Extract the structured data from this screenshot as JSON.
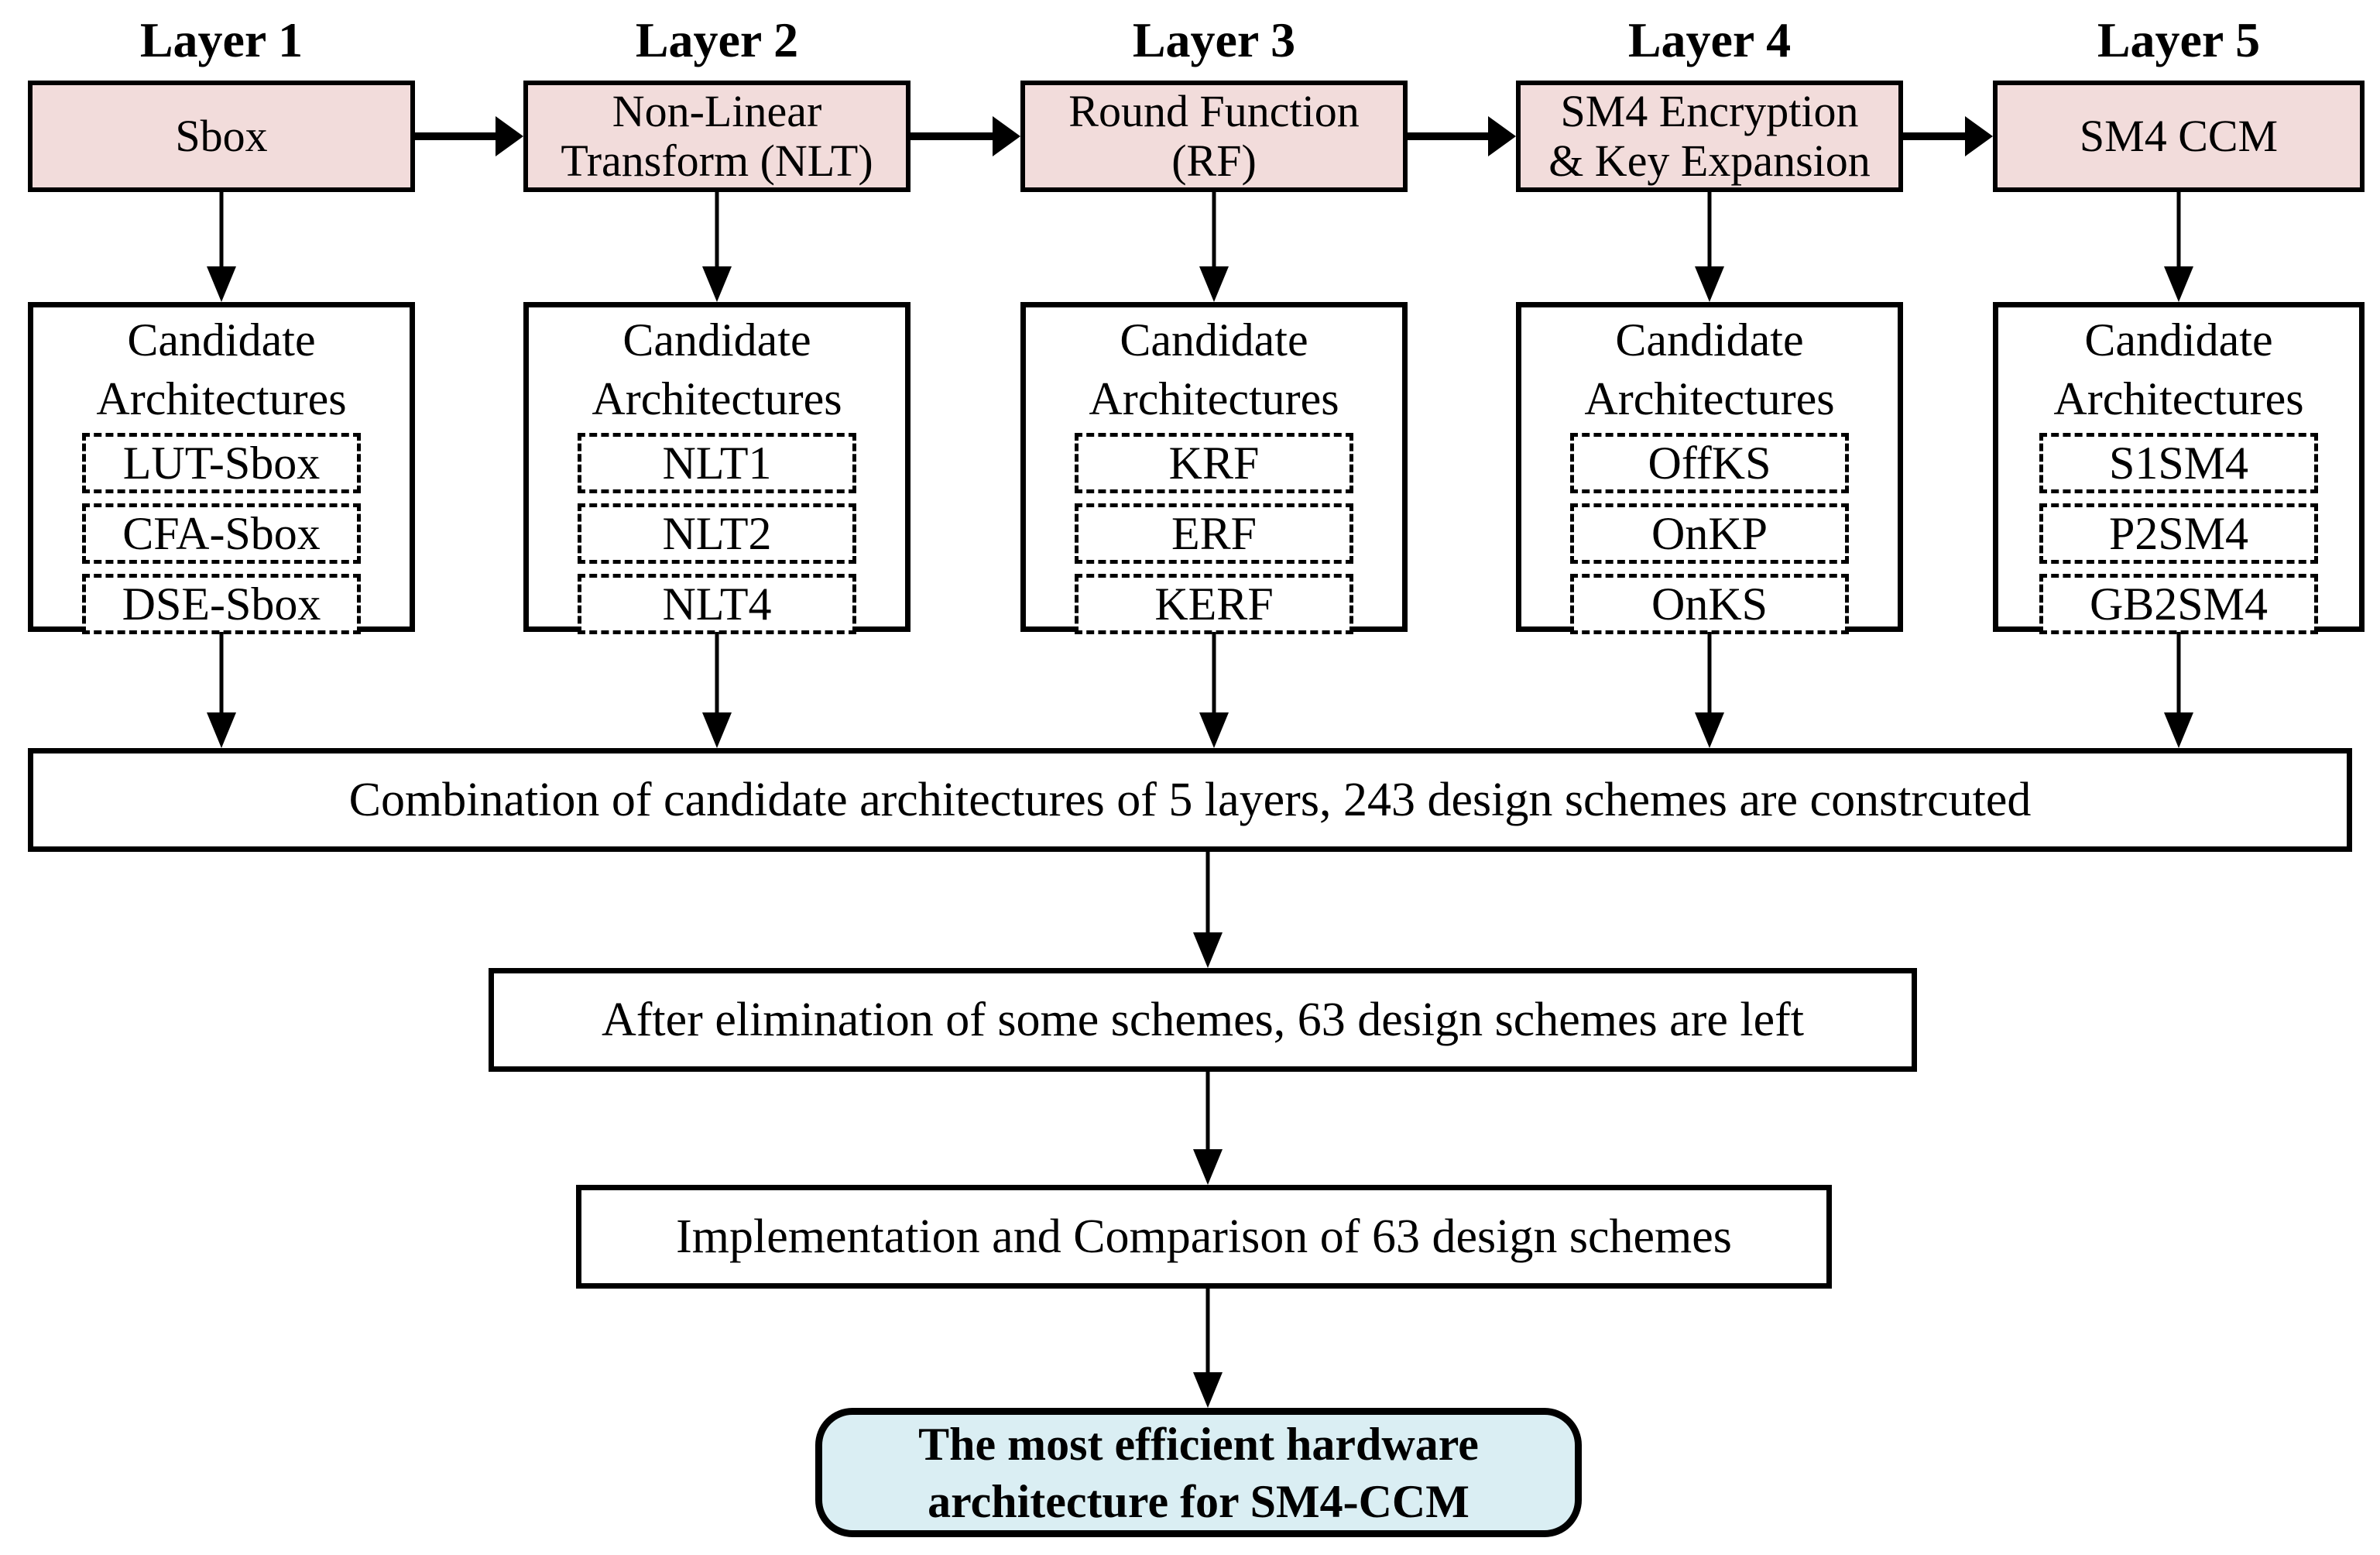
{
  "layers": [
    {
      "header": "Layer 1",
      "module": "Sbox",
      "candidates": [
        "LUT-Sbox",
        "CFA-Sbox",
        "DSE-Sbox"
      ]
    },
    {
      "header": "Layer 2",
      "module": "Non-Linear\nTransform (NLT)",
      "candidates": [
        "NLT1",
        "NLT2",
        "NLT4"
      ]
    },
    {
      "header": "Layer 3",
      "module": "Round Function\n(RF)",
      "candidates": [
        "KRF",
        "ERF",
        "KERF"
      ]
    },
    {
      "header": "Layer 4",
      "module": "SM4 Encryption\n& Key Expansion",
      "candidates": [
        "OffKS",
        "OnKP",
        "OnKS"
      ]
    },
    {
      "header": "Layer 5",
      "module": "SM4 CCM",
      "candidates": [
        "S1SM4",
        "P2SM4",
        "GB2SM4"
      ]
    }
  ],
  "candidates_title": "Candidate\nArchitectures",
  "flow": {
    "combination": "Combination of candidate architectures of 5 layers, 243 design schemes are constrcuted",
    "elimination": "After elimination of some schemes, 63 design schemes are left",
    "implementation": "Implementation and Comparison of 63 design schemes",
    "result": "The most efficient hardware\narchitecture for SM4-CCM"
  },
  "colors": {
    "module_box_fill": "#f2dcdb",
    "result_box_fill": "#daeef3",
    "line_color": "#000000",
    "background": "#ffffff"
  }
}
